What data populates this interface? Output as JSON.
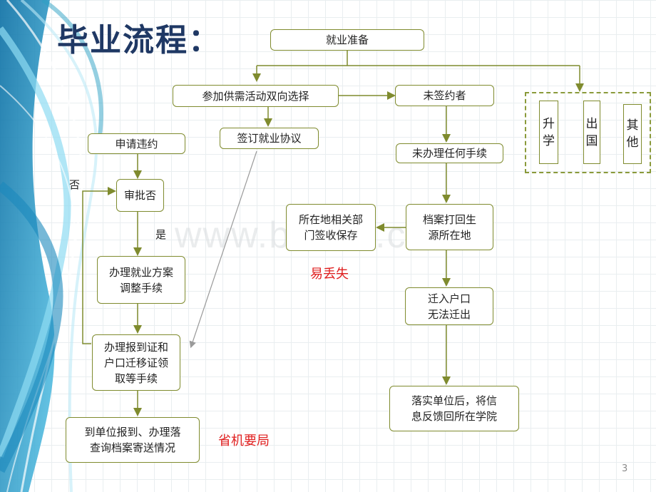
{
  "slide": {
    "title": "毕业流程：",
    "page_number": "3",
    "watermark": "www.bdocx.com"
  },
  "nodes": {
    "job_prep": "就业准备",
    "two_way": "参加供需活动双向选择",
    "unsigned": "未签约者",
    "sign_agreement": "签订就业协议",
    "apply_breach": "申请违约",
    "approve": "审批否",
    "adjust_plan": "办理就业方案\n调整手续",
    "register_cert": "办理报到证和\n户口迁移证领\n取等手续",
    "report_unit": "到单位报到、办理落\n查询档案寄送情况",
    "no_procedure": "未办理任何手续",
    "archive_return": "档案打回生\n源所在地",
    "local_dept": "所在地相关部\n门签收保存",
    "hukou_move": "迁入户口\n无法迁出",
    "feedback": "落实单位后，将信\n息反馈回所在学院"
  },
  "others": {
    "further_study": "升\n学",
    "abroad": "出\n国",
    "other": "其\n他"
  },
  "labels": {
    "no": "否",
    "yes": "是"
  },
  "notes": {
    "easy_lost": "易丢失",
    "save_trouble": "省机要局"
  },
  "colors": {
    "accent_blue": "#1f3864",
    "box_border": "#7f8b2e",
    "connector": "#7f8b2e",
    "note_red": "#e02020",
    "teal_deco": "#2a9fc4"
  }
}
